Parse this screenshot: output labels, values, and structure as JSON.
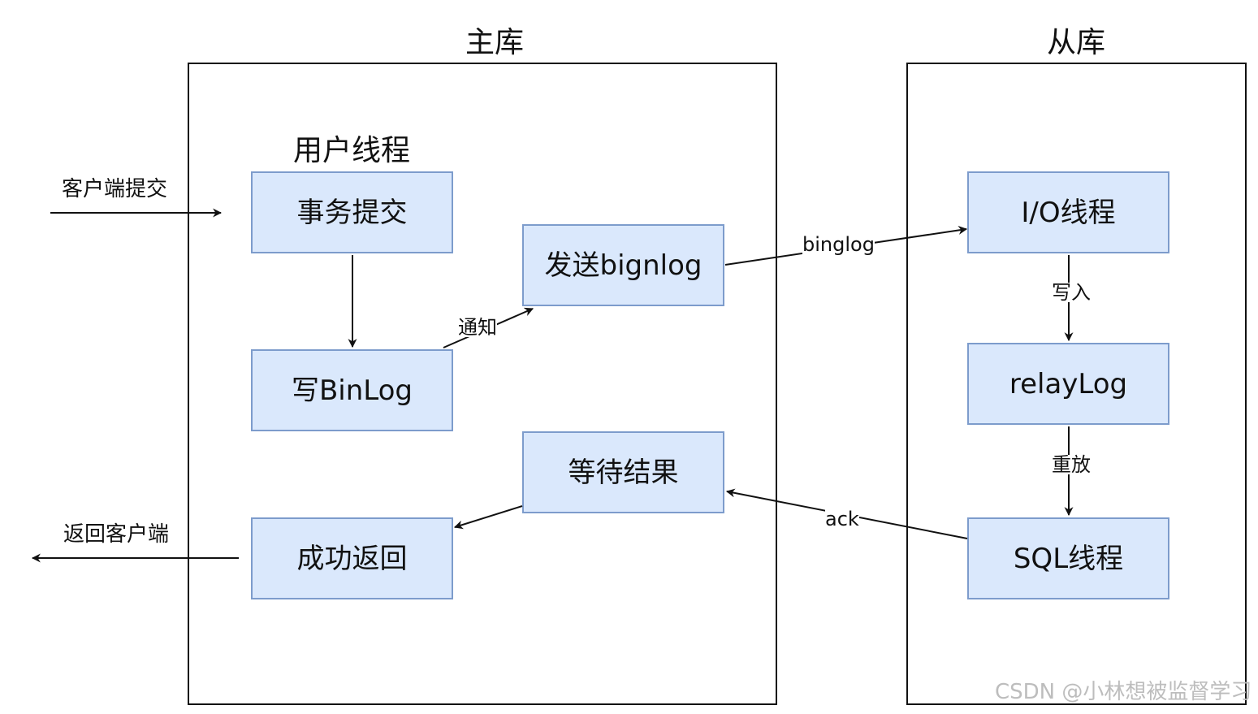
{
  "titles": {
    "master": "主库",
    "slave": "从库",
    "user_thread": "用户线程"
  },
  "external": {
    "client_commit": "客户端提交",
    "return_client": "返回客户端"
  },
  "nodes": {
    "transaction_commit": "事务提交",
    "write_binlog": "写BinLog",
    "send_binlog": "发送bignlog",
    "wait_result": "等待结果",
    "success_return": "成功返回",
    "io_thread": "I/O线程",
    "relay_log": "relayLog",
    "sql_thread": "SQL线程"
  },
  "edge_labels": {
    "notify": "通知",
    "binlog": "binglog",
    "ack": "ack",
    "write_in": "写入",
    "replay": "重放"
  },
  "watermark": "CSDN @小林想被监督学习",
  "colors": {
    "node_fill": "#dae8fc",
    "node_border": "#7d9ccc",
    "line": "#111111"
  }
}
